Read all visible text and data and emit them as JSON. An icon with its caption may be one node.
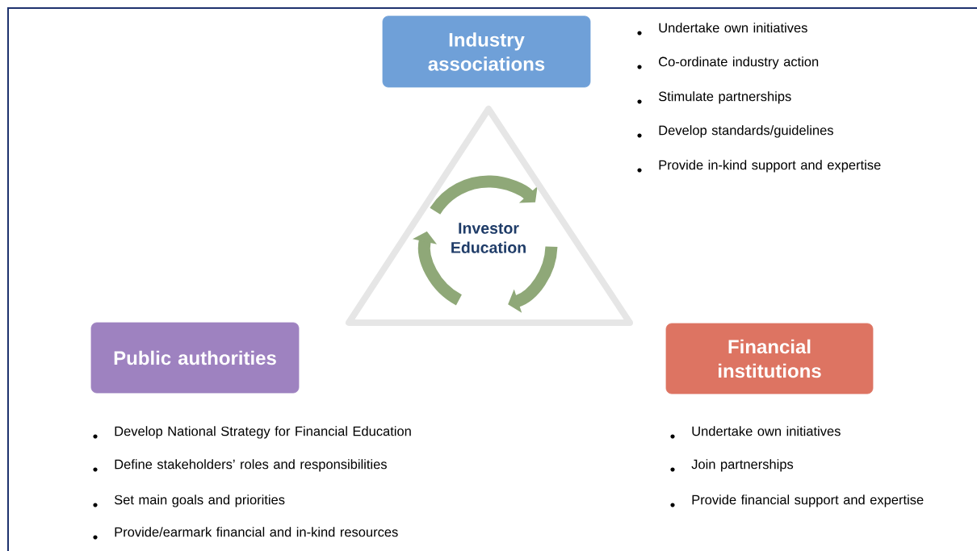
{
  "diagram": {
    "nodes": [
      {
        "text": [
          "Industry associations"
        ],
        "beside": [
          "Undertake own initiatives",
          "Co-ordinate industry action",
          "Stimulate partnerships",
          "Develop standards/guidelines",
          "Provide in-kind support and expertise"
        ]
      },
      {
        "text": [
          "Investor Education"
        ]
      },
      {
        "text": [
          "Public authorities"
        ],
        "beside": [
          "Develop National Strategy for Financial Education",
          "Define stakeholders’ roles and responsibilities",
          "Set main goals and priorities",
          "Provide/earmark financial and in-kind resources"
        ]
      },
      {
        "text": [
          "Financial institutions"
        ],
        "beside": [
          "Undertake own initiatives",
          "Join partnerships",
          "Provide financial support and expertise"
        ]
      }
    ]
  }
}
